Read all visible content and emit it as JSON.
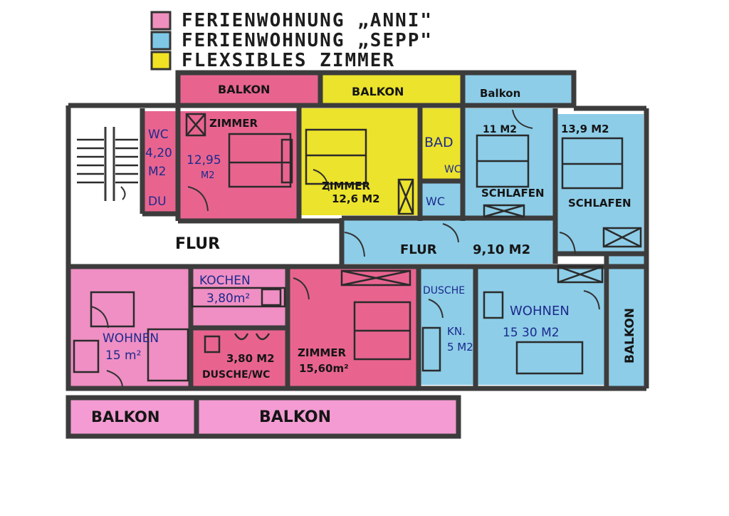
{
  "legend": [
    {
      "label": "FERIENWOHNUNG „ANNI\"",
      "color": "#ef8fbd"
    },
    {
      "label": "FERIENWOHNUNG „SEPP\"",
      "color": "#7ec8e6"
    },
    {
      "label": "FLEXSIBLES ZIMMER",
      "color": "#f1e323"
    }
  ],
  "colors": {
    "anni": "#e8648f",
    "anni_light": "#ef8fc4",
    "sepp": "#8dcde8",
    "flex": "#ece32c",
    "wall": "#3c3c3c",
    "flur": "#ffffff"
  },
  "balconies": {
    "top_anni": "BALKON",
    "top_flex": "BALKON",
    "top_sepp": "Balkon",
    "bottom_left": "BALKON",
    "bottom_right": "BALKON",
    "right_side": "BALKON"
  },
  "rooms": {
    "wc": {
      "name": "WC",
      "area": "4,20",
      "unit": "M2",
      "extra": "DU"
    },
    "zimmer_1": {
      "name": "ZIMMER",
      "area": "12,95",
      "unit": "M2"
    },
    "zimmer_flex": {
      "name": "ZIMMER",
      "area": "12,6 M2"
    },
    "bad": {
      "name": "BAD",
      "sub": "WC"
    },
    "wc_sepp": {
      "name": "WC"
    },
    "schlafen_1": {
      "name": "SCHLAFEN",
      "area": "11 M2"
    },
    "schlafen_2": {
      "name": "SCHLAFEN",
      "area": "13,9 M2"
    },
    "flur_left": {
      "name": "FLUR"
    },
    "flur_right": {
      "name": "FLUR",
      "area": "9,10 M2"
    },
    "kochen": {
      "name": "KOCHEN",
      "area": "3,80m²"
    },
    "wohnen_anni": {
      "name": "WOHNEN",
      "area": "15 m²"
    },
    "dusche_wc": {
      "name": "DUSCHE/WC",
      "area": "3,80 M2"
    },
    "zimmer_2": {
      "name": "ZIMMER",
      "area": "15,60m²"
    },
    "dusche_sepp": {
      "name": "DUSCHE"
    },
    "kueche_sepp": {
      "name": "KN.",
      "area": "5 M2"
    },
    "wohnen_sepp": {
      "name": "WOHNEN",
      "area": "15 30 M2"
    }
  }
}
